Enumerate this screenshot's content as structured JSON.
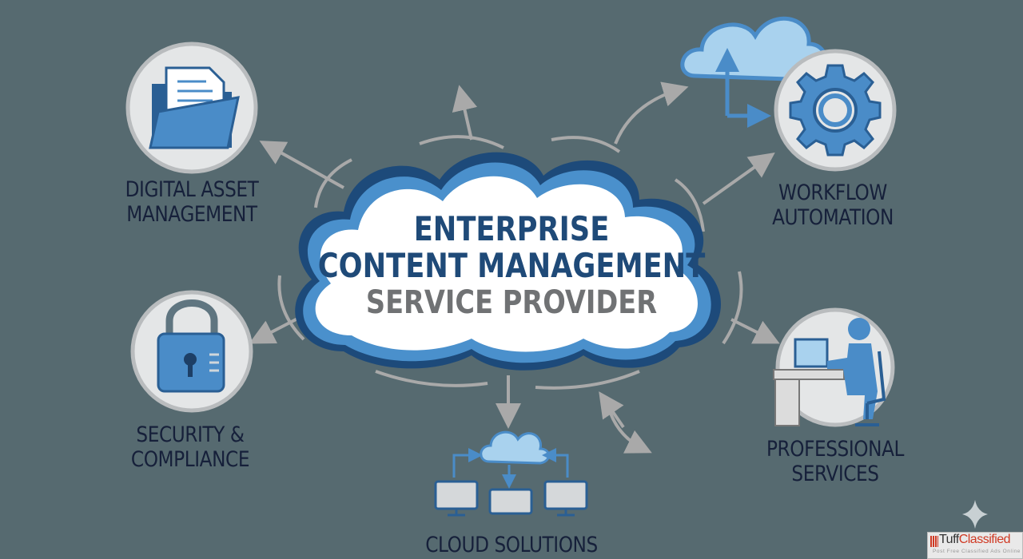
{
  "center": {
    "line1": "ENTERPRISE",
    "line2": "CONTENT MANAGEMENT",
    "line3": "SERVICE PROVIDER"
  },
  "nodes": {
    "dam": {
      "line1": "DIGITAL ASSET",
      "line2": "MANAGEMENT",
      "icon": "folder-document-icon"
    },
    "workflow": {
      "line1": "WORKFLOW",
      "line2": "AUTOMATION",
      "icon": "gear-icon"
    },
    "security": {
      "line1": "SECURITY &",
      "line2": "COMPLIANCE",
      "icon": "padlock-icon"
    },
    "professional": {
      "line1": "PROFESSIONAL",
      "line2": "SERVICES",
      "icon": "person-at-desk-icon"
    },
    "cloud": {
      "line1": "CLOUD SOLUTIONS",
      "icon": "cloud-network-icon"
    }
  },
  "watermark": {
    "brand_a": "Tuff",
    "brand_b": "Classified",
    "tagline": "Post Free Classified Ads Online"
  },
  "colors": {
    "background": "#566a70",
    "accent_blue": "#4a8cc8",
    "navy": "#1f4a78",
    "light_blue": "#a9d2ee"
  }
}
